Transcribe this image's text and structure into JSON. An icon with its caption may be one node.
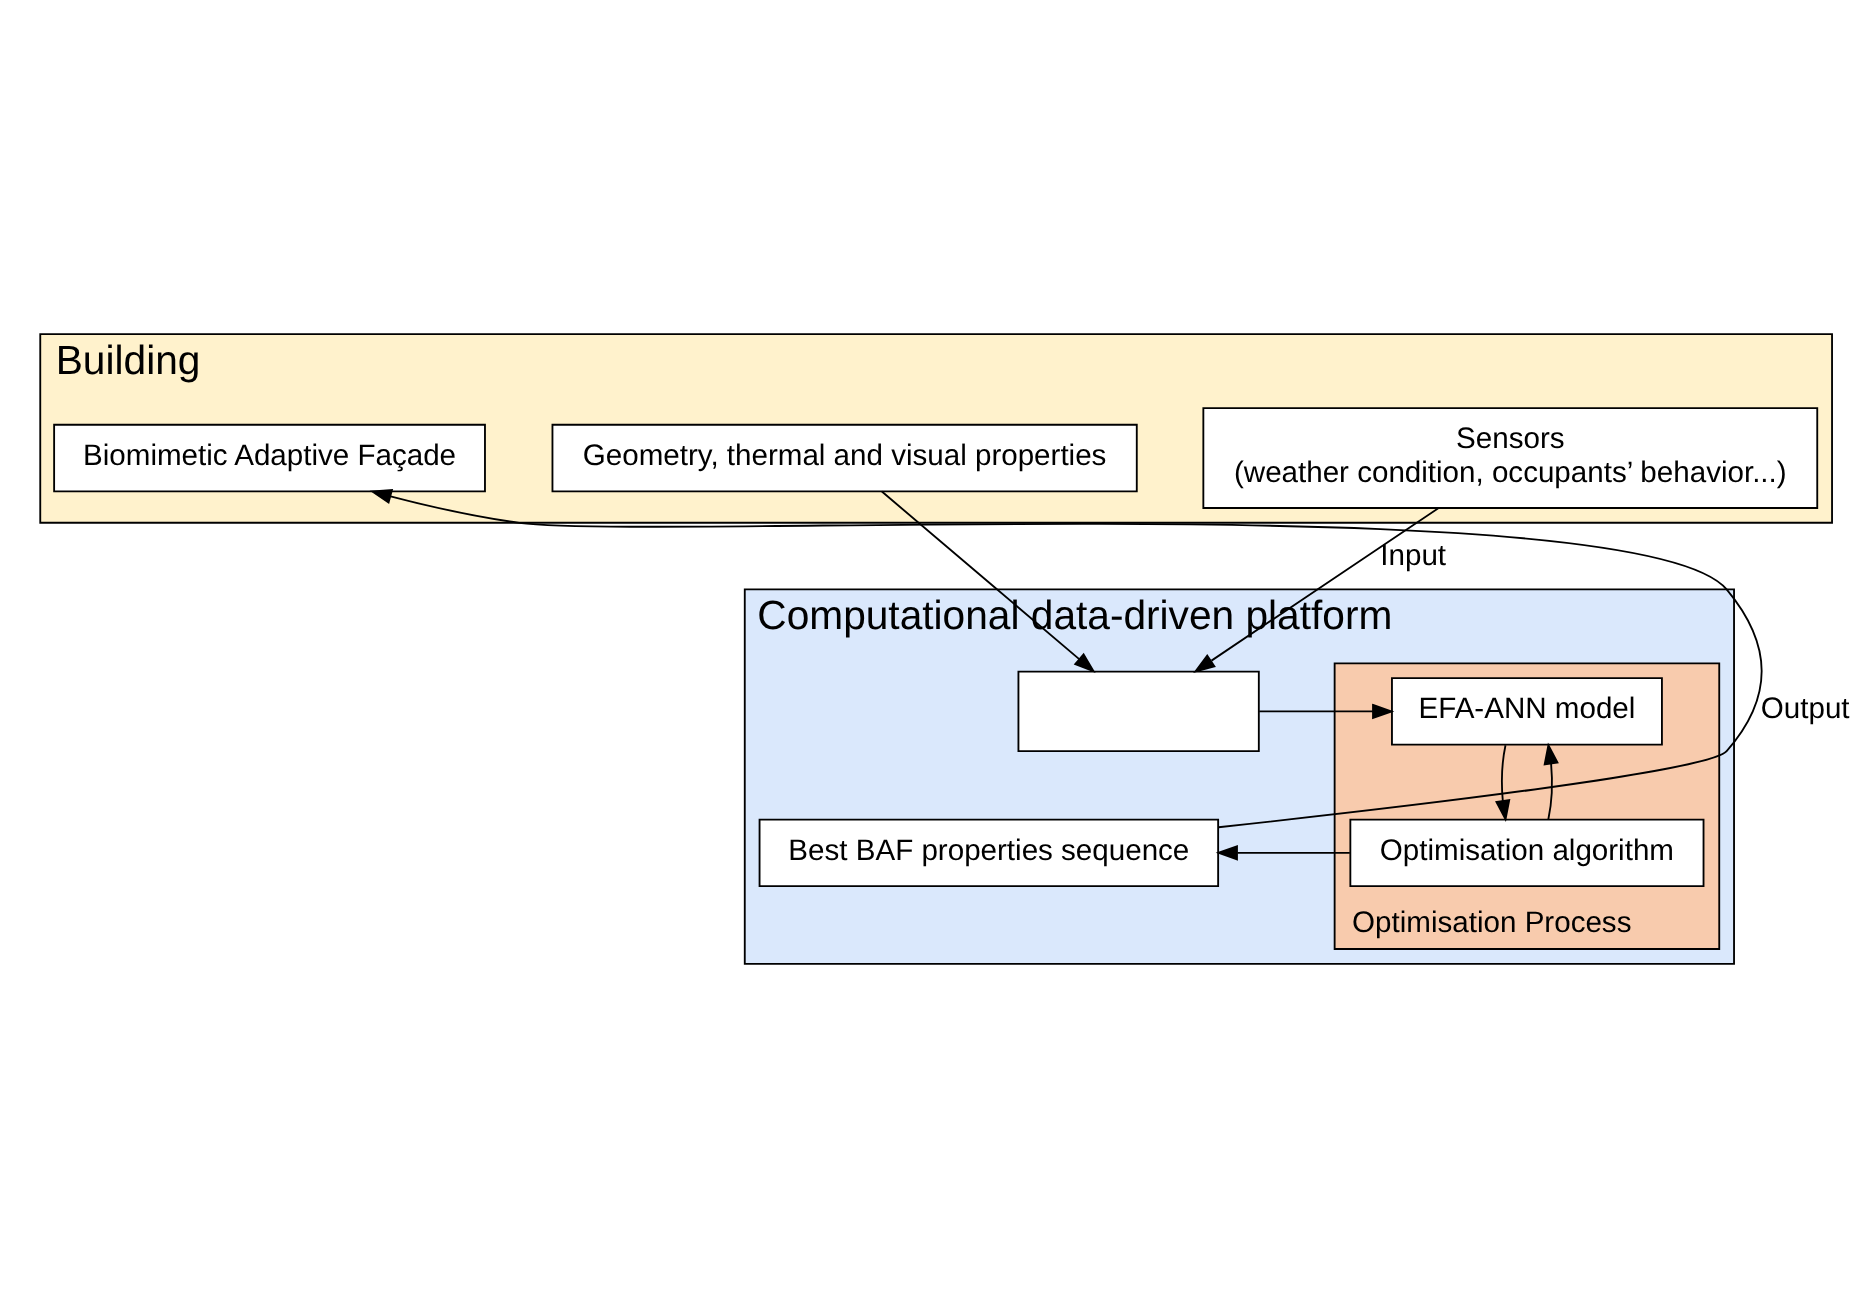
{
  "diagram": {
    "nodes": [
      {
        "text": [
          "Building"
        ]
      },
      {
        "text": [
          "Geometry, thermal and visual properties"
        ],
        "in": 0
      },
      {
        "text": [
          "Sensors",
          "(weather condition, occupants’ behavior...)"
        ],
        "in": 0
      },
      {
        "text": [
          "Biomimetic Adaptive Façade"
        ],
        "in": 0
      },
      {
        "text": [
          "Computational data-driven platform"
        ]
      },
      {
        "text": [
          "Optimisation Process"
        ],
        "in": 4
      },
      {
        "text": [
          "EFA-ANN model"
        ],
        "in": 5
      },
      {
        "text": [
          "Optimisation algorithm"
        ],
        "in": 5
      },
      {
        "text": [],
        "shape": "box",
        "in": 4
      },
      {
        "text": [
          "Best BAF properties sequence"
        ],
        "in": 4
      }
    ],
    "edges": [
      {
        "from": 1,
        "to": 8,
        "arrow": "to"
      },
      {
        "from": 2,
        "to": 8,
        "arrow": "to",
        "label": "Input"
      },
      {
        "from": 8,
        "to": 6,
        "arrow": "to"
      },
      {
        "from": 6,
        "to": 7,
        "arrow": "to"
      },
      {
        "from": 7,
        "to": 6,
        "arrow": "to"
      },
      {
        "from": 7,
        "to": 9,
        "arrow": "to"
      },
      {
        "from": 9,
        "to": 3,
        "arrow": "to",
        "label": "Output"
      }
    ]
  }
}
